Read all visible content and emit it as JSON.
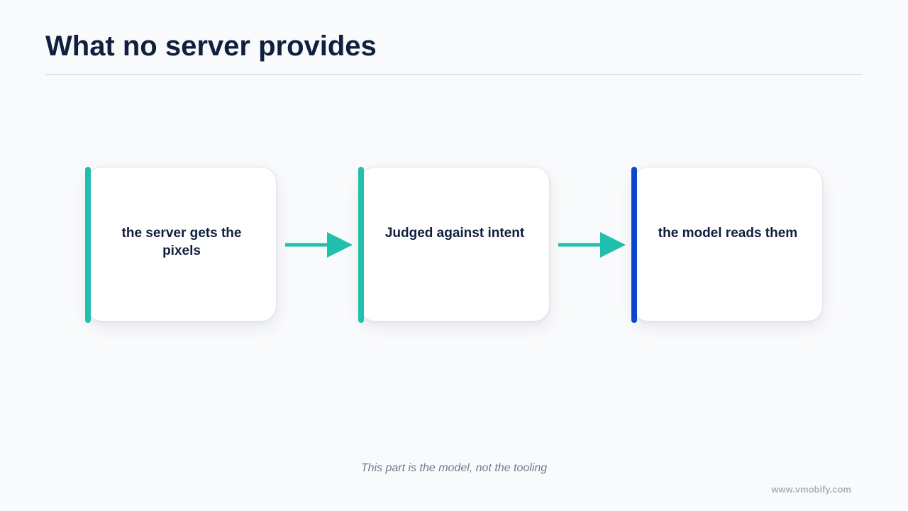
{
  "slide": {
    "title": "What no server provides",
    "caption": "This part is the model, not the tooling",
    "footer_url": "www.vmobify.com"
  },
  "flow": {
    "steps": [
      {
        "label": "the server gets the pixels",
        "accent_color": "#20bfae"
      },
      {
        "label": "Judged against intent",
        "accent_color": "#20bfae"
      },
      {
        "label": "the model reads them",
        "accent_color": "#0a46d0"
      }
    ],
    "arrow_color": "#20bfae"
  },
  "colors": {
    "background": "#f9fafb",
    "title": "#0f1f3d",
    "rule": "#dde3ec",
    "caption": "#6b7a90"
  }
}
